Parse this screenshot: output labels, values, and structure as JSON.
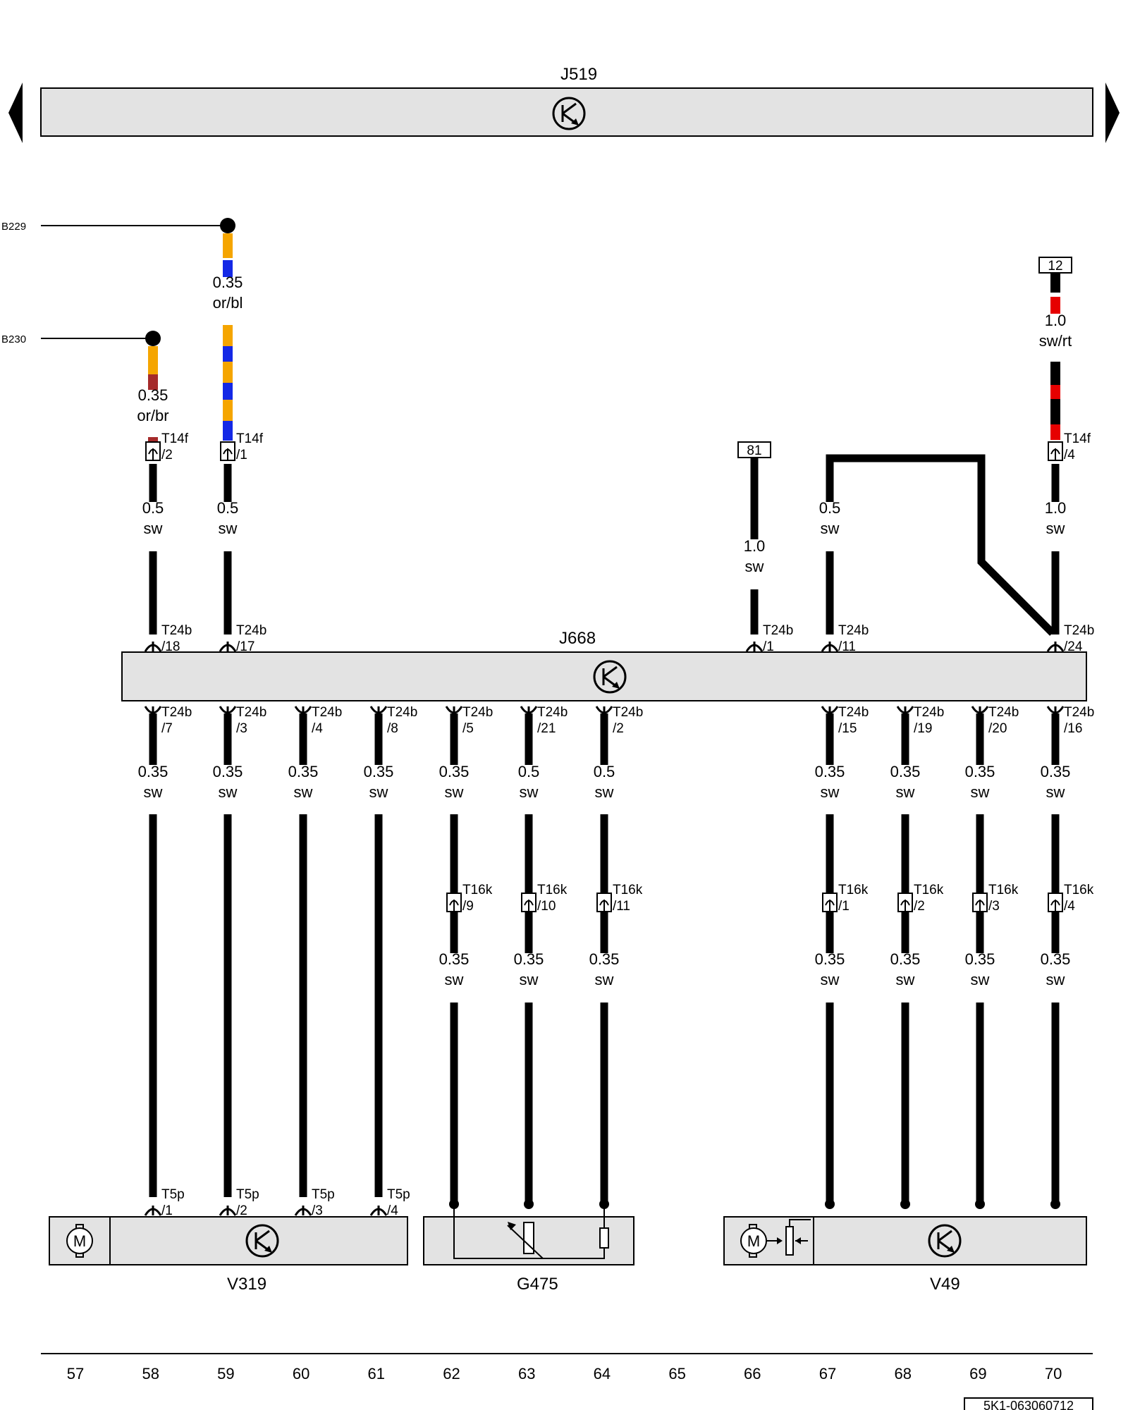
{
  "modules": {
    "j519": "J519",
    "j668": "J668",
    "v319": "V319",
    "g475": "G475",
    "v49": "V49"
  },
  "grounds": {
    "b229": "B229",
    "b230": "B230"
  },
  "refs": {
    "r81": "81",
    "r12": "12"
  },
  "wire_labels": [
    {
      "size": "0.35",
      "color": "or/bl"
    },
    {
      "size": "0.35",
      "color": "or/br"
    },
    {
      "size": "1.0",
      "color": "sw/rt"
    },
    {
      "size": "0.5",
      "color": "sw"
    },
    {
      "size": "0.5",
      "color": "sw"
    },
    {
      "size": "1.0",
      "color": "sw"
    },
    {
      "size": "0.5",
      "color": "sw"
    },
    {
      "size": "1.0",
      "color": "sw"
    },
    {
      "size": "0.35",
      "color": "sw"
    },
    {
      "size": "0.35",
      "color": "sw"
    },
    {
      "size": "0.35",
      "color": "sw"
    },
    {
      "size": "0.35",
      "color": "sw"
    },
    {
      "size": "0.35",
      "color": "sw"
    },
    {
      "size": "0.5",
      "color": "sw"
    },
    {
      "size": "0.5",
      "color": "sw"
    },
    {
      "size": "0.35",
      "color": "sw"
    },
    {
      "size": "0.35",
      "color": "sw"
    },
    {
      "size": "0.35",
      "color": "sw"
    },
    {
      "size": "0.35",
      "color": "sw"
    },
    {
      "size": "0.35",
      "color": "sw"
    },
    {
      "size": "0.35",
      "color": "sw"
    },
    {
      "size": "0.35",
      "color": "sw"
    },
    {
      "size": "0.35",
      "color": "sw"
    },
    {
      "size": "0.35",
      "color": "sw"
    },
    {
      "size": "0.35",
      "color": "sw"
    },
    {
      "size": "0.35",
      "color": "sw"
    }
  ],
  "connectors": [
    {
      "name": "T14f",
      "pin": "/2"
    },
    {
      "name": "T14f",
      "pin": "/1"
    },
    {
      "name": "T14f",
      "pin": "/4"
    },
    {
      "name": "T24b",
      "pin": "/18"
    },
    {
      "name": "T24b",
      "pin": "/17"
    },
    {
      "name": "T24b",
      "pin": "/1"
    },
    {
      "name": "T24b",
      "pin": "/11"
    },
    {
      "name": "T24b",
      "pin": "/24"
    },
    {
      "name": "T24b",
      "pin": "/7"
    },
    {
      "name": "T24b",
      "pin": "/3"
    },
    {
      "name": "T24b",
      "pin": "/4"
    },
    {
      "name": "T24b",
      "pin": "/8"
    },
    {
      "name": "T24b",
      "pin": "/5"
    },
    {
      "name": "T24b",
      "pin": "/21"
    },
    {
      "name": "T24b",
      "pin": "/2"
    },
    {
      "name": "T24b",
      "pin": "/15"
    },
    {
      "name": "T24b",
      "pin": "/19"
    },
    {
      "name": "T24b",
      "pin": "/20"
    },
    {
      "name": "T24b",
      "pin": "/16"
    },
    {
      "name": "T16k",
      "pin": "/9"
    },
    {
      "name": "T16k",
      "pin": "/10"
    },
    {
      "name": "T16k",
      "pin": "/11"
    },
    {
      "name": "T16k",
      "pin": "/1"
    },
    {
      "name": "T16k",
      "pin": "/2"
    },
    {
      "name": "T16k",
      "pin": "/3"
    },
    {
      "name": "T16k",
      "pin": "/4"
    },
    {
      "name": "T5p",
      "pin": "/1"
    },
    {
      "name": "T5p",
      "pin": "/2"
    },
    {
      "name": "T5p",
      "pin": "/3"
    },
    {
      "name": "T5p",
      "pin": "/4"
    }
  ],
  "motor_glyph": "M",
  "axis": [
    "57",
    "58",
    "59",
    "60",
    "61",
    "62",
    "63",
    "64",
    "65",
    "66",
    "67",
    "68",
    "69",
    "70"
  ],
  "doc_number": "5K1-063060712",
  "colors": {
    "orange": "#f5a500",
    "blue": "#1428e6",
    "brown": "#a52a2a",
    "red": "#e60000",
    "module_fill": "#e3e3e3"
  }
}
